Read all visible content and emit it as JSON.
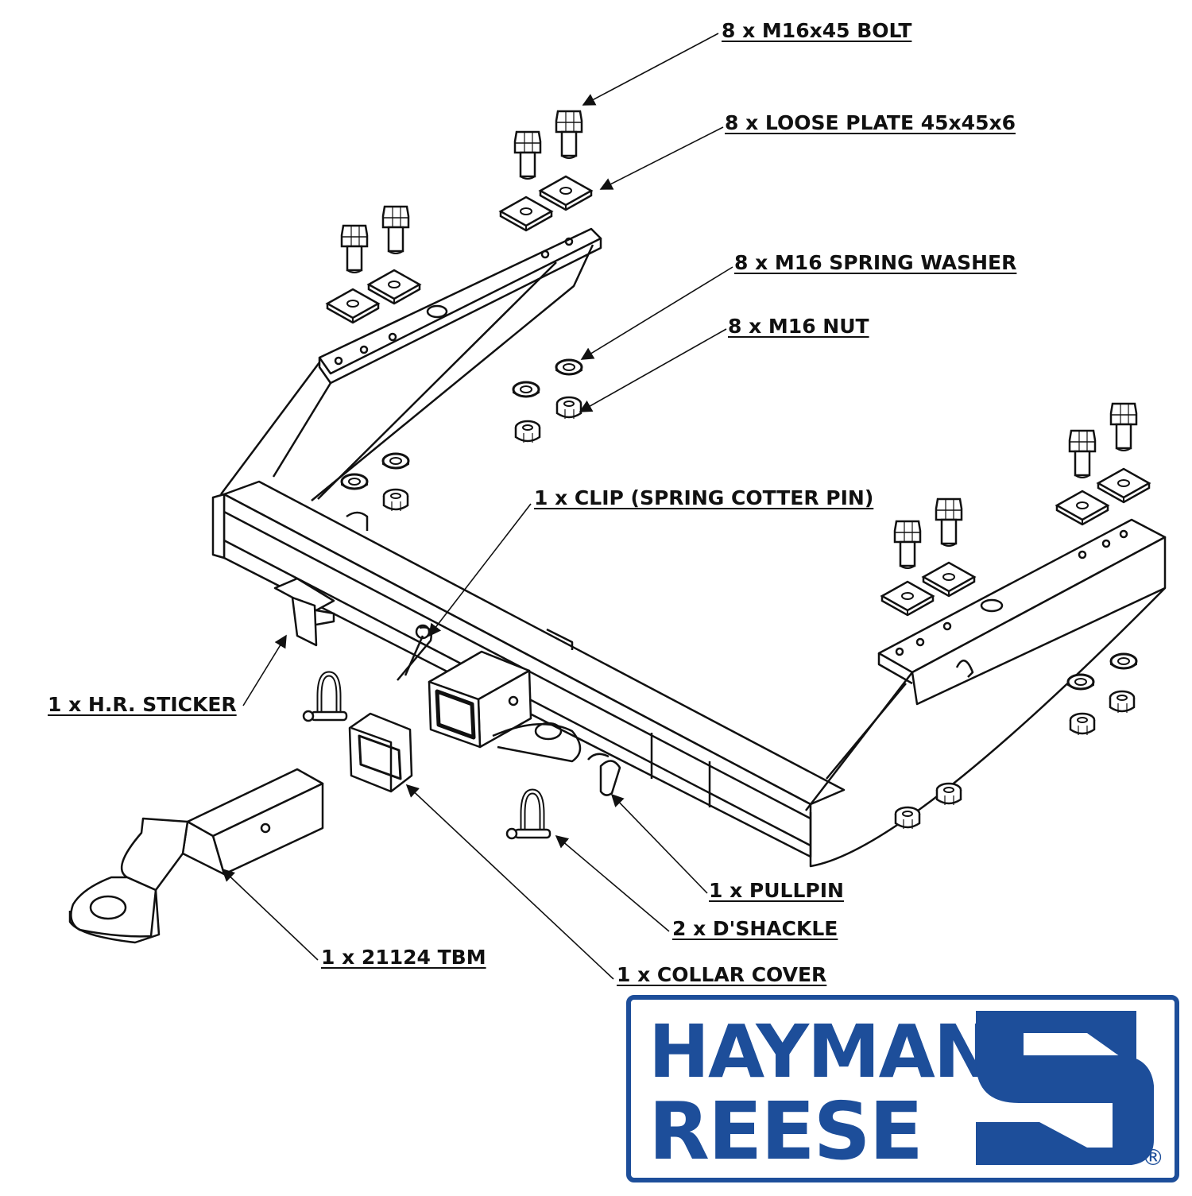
{
  "parts": [
    {
      "id": "bolt",
      "label": "8 x M16x45 BOLT"
    },
    {
      "id": "loose-plate",
      "label": "8 x LOOSE PLATE 45x45x6"
    },
    {
      "id": "spring-washer",
      "label": "8 x M16 SPRING WASHER"
    },
    {
      "id": "nut",
      "label": "8 x M16 NUT"
    },
    {
      "id": "clip",
      "label": "1 x CLIP (SPRING COTTER PIN)"
    },
    {
      "id": "hr-sticker",
      "label": "1 x H.R. STICKER"
    },
    {
      "id": "pullpin",
      "label": "1 x PULLPIN"
    },
    {
      "id": "dshackle",
      "label": "2 x D'SHACKLE"
    },
    {
      "id": "tbm",
      "label": "1 x 21124 TBM"
    },
    {
      "id": "collar-cover",
      "label": "1 x COLLAR COVER"
    }
  ],
  "logo": {
    "line1": "HAYMAN",
    "line2": "REESE",
    "registered": "®",
    "color": "#1d4e9a"
  },
  "colors": {
    "line": "#111111",
    "fill": "#ffffff"
  }
}
